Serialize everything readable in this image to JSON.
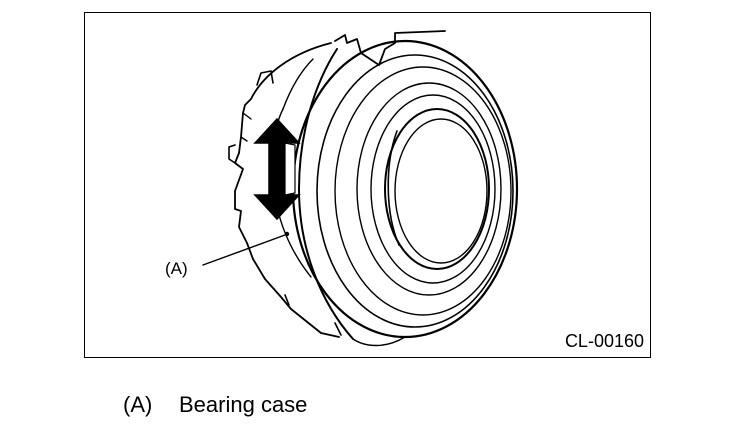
{
  "figure": {
    "callout_label": "(A)",
    "figure_code": "CL-00160",
    "part_name": "bearing-case",
    "icon": "double-arrow-icon"
  },
  "caption": {
    "key": "(A)",
    "text": "Bearing case"
  }
}
